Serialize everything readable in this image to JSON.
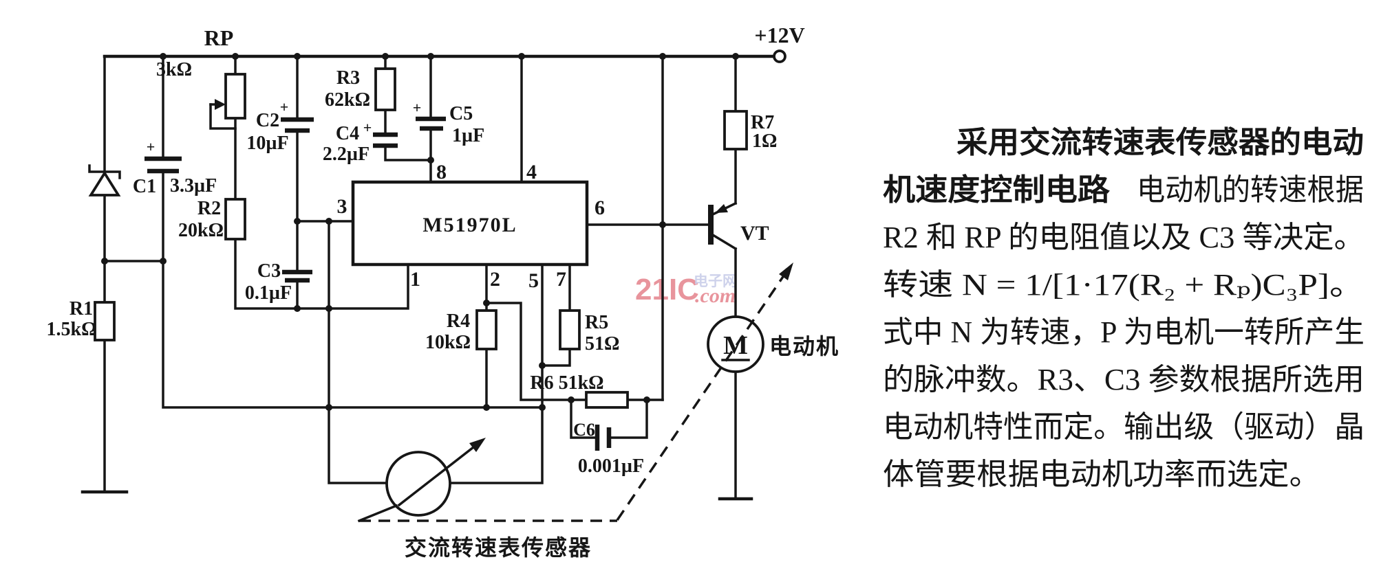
{
  "power": {
    "label": "+12V"
  },
  "rail": {
    "rp_label": "RP"
  },
  "ic": {
    "part": "M51970L",
    "pins": {
      "p1": "1",
      "p2": "2",
      "p3": "3",
      "p4": "4",
      "p5": "5",
      "p6": "6",
      "p7": "7",
      "p8": "8"
    }
  },
  "components": {
    "rp_value": "3kΩ",
    "r1": {
      "ref": "R1",
      "value": "1.5kΩ"
    },
    "r2": {
      "ref": "R2",
      "value": "20kΩ"
    },
    "r3": {
      "ref": "R3",
      "value": "62kΩ"
    },
    "r4": {
      "ref": "R4",
      "value": "10kΩ"
    },
    "r5": {
      "ref": "R5",
      "value": "51Ω"
    },
    "r6": {
      "ref_value": "R6 51kΩ"
    },
    "r7": {
      "ref": "R7",
      "value": "1Ω"
    },
    "c1": {
      "ref": "C1",
      "value": "3.3µF",
      "polarity": "+"
    },
    "c2": {
      "ref": "C2",
      "value": "10µF",
      "polarity": "+"
    },
    "c3": {
      "ref": "C3",
      "value": "0.1µF"
    },
    "c4": {
      "ref": "C4",
      "value": "2.2µF",
      "polarity": "+"
    },
    "c5": {
      "ref": "C5",
      "value": "1µF",
      "polarity": "+"
    },
    "c6": {
      "ref": "C6",
      "value": "0.001µF"
    },
    "vt": {
      "ref": "VT"
    },
    "motor": {
      "symbol": "M",
      "label": "电动机"
    },
    "sensor": {
      "caption": "交流转速表传感器"
    }
  },
  "description": {
    "line1": "采用交流转速表传感器的电动",
    "line2_bold": "机速度控制电路",
    "line2_rest": "电动机的转速根据",
    "line3": "R2 和 RP 的电阻值以及 C3 等决定。",
    "line4": "转速 N = 1/[1·17(R₂ + Rₚ)C₃P]。",
    "line5": "式中 N 为转速，P 为电机一转所产生",
    "line6": "的脉冲数。R3、C3 参数根据所选用",
    "line7": "电动机特性而定。输出级（驱动）晶",
    "line8": "体管要根据电动机功率而选定。"
  },
  "watermark": {
    "brand": "21IC",
    "suffix": ".com",
    "cn": "电子网"
  }
}
